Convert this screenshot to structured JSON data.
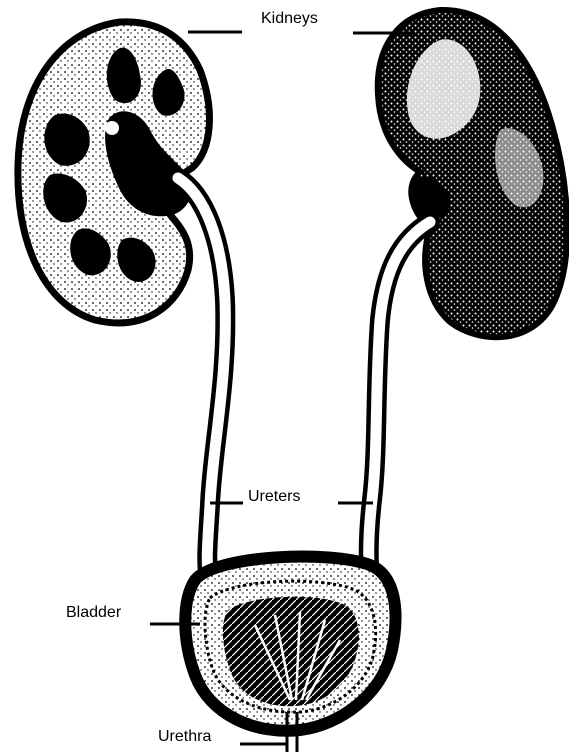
{
  "labels": {
    "kidneys": "Kidneys",
    "ureters": "Ureters",
    "bladder": "Bladder",
    "urethra": "Urethra"
  },
  "colors": {
    "ink": "#000000",
    "paper": "#ffffff"
  }
}
